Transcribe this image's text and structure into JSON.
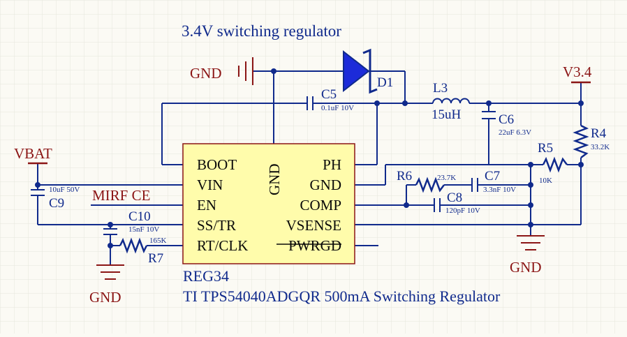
{
  "title": "3.4V switching regulator",
  "component": {
    "designator": "REG34",
    "description": "TI TPS54040ADGQR 500mA Switching Regulator",
    "pins_left": [
      "BOOT",
      "VIN",
      "EN",
      "SS/TR",
      "RT/CLK"
    ],
    "pins_right": [
      "PH",
      "GND",
      "COMP",
      "VSENSE",
      "PWRGD"
    ],
    "pin_top": "GND"
  },
  "nets": {
    "gnd_top": "GND",
    "vbat": "VBAT",
    "v34": "V3.4",
    "mirf_ce": "MIRF CE",
    "gnd_left": "GND",
    "gnd_right": "GND"
  },
  "parts": {
    "d1": {
      "ref": "D1"
    },
    "l3": {
      "ref": "L3",
      "value": "15uH"
    },
    "c5": {
      "ref": "C5",
      "value": "0.1uF 10V"
    },
    "c6": {
      "ref": "C6",
      "value": "22uF 6.3V"
    },
    "c7": {
      "ref": "C7",
      "value": "3.3nF 10V"
    },
    "c8": {
      "ref": "C8",
      "value": "120pF 10V"
    },
    "c9": {
      "ref": "C9",
      "value": "10uF 50V"
    },
    "c10": {
      "ref": "C10",
      "value": "15nF 10V"
    },
    "r4": {
      "ref": "R4",
      "value": "33.2K"
    },
    "r5": {
      "ref": "R5",
      "value": "10K"
    },
    "r6": {
      "ref": "R6",
      "value": "23.7K"
    },
    "r7": {
      "ref": "R7",
      "value": "165K"
    }
  },
  "colors": {
    "background": "#fbfaf4",
    "grid": "#e6e6dc",
    "wire": "#102a8c",
    "net_label": "#8b1515",
    "power_symbol": "#8b1515",
    "diode_fill": "#1c2bd9"
  }
}
